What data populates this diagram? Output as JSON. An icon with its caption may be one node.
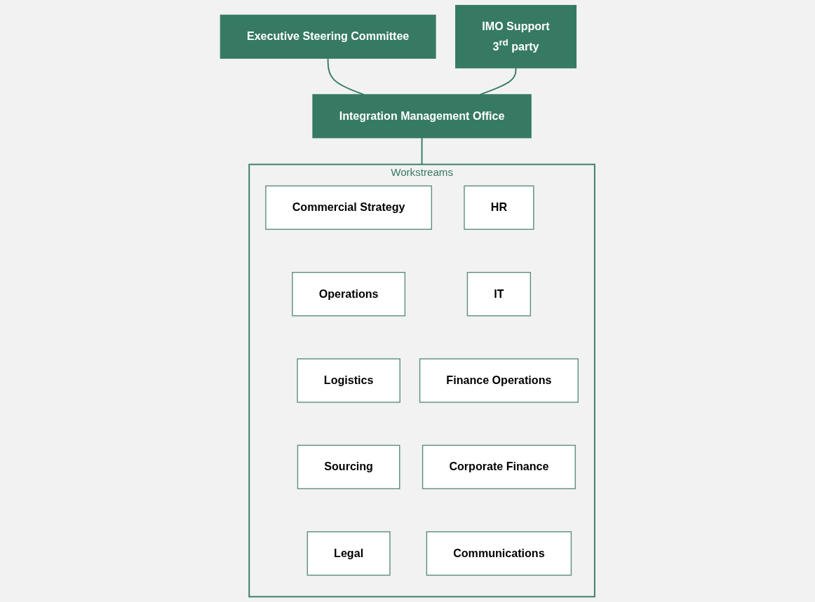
{
  "diagram": {
    "nodes": [
      {
        "text": [
          "Executive Steering Committee"
        ]
      },
      {
        "text": [
          "IMO Support",
          "3$^{rd}$ party"
        ]
      },
      {
        "text": [
          "Integration Management Office"
        ]
      },
      {
        "text": [
          "Workstreams"
        ]
      },
      {
        "text": [
          "Commercial Strategy"
        ],
        "in": 3
      },
      {
        "text": [
          "HR"
        ],
        "in": 3
      },
      {
        "text": [
          "Operations"
        ],
        "in": 3
      },
      {
        "text": [
          "IT"
        ],
        "in": 3
      },
      {
        "text": [
          "Logistics"
        ],
        "in": 3
      },
      {
        "text": [
          "Finance Operations"
        ],
        "in": 3
      },
      {
        "text": [
          "Sourcing"
        ],
        "in": 3
      },
      {
        "text": [
          "Corporate Finance"
        ],
        "in": 3
      },
      {
        "text": [
          "Legal"
        ],
        "in": 3
      },
      {
        "text": [
          "Communications"
        ],
        "in": 3
      }
    ],
    "edges": [
      {
        "from": 0,
        "to": 2,
        "arrow": "none"
      },
      {
        "from": 1,
        "to": 2,
        "arrow": "none"
      },
      {
        "from": 2,
        "to": 3,
        "arrow": "none"
      }
    ]
  }
}
